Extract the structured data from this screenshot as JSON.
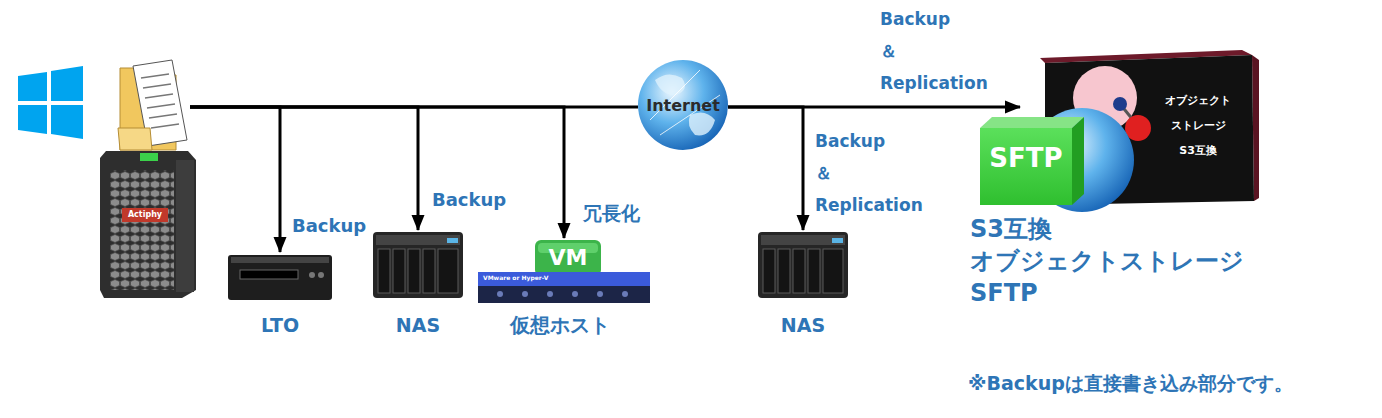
{
  "diagram": {
    "nodes": [
      {
        "text": [
          "Actiphy"
        ]
      },
      {
        "text": [
          "LTO"
        ]
      },
      {
        "text": [
          "NAS"
        ]
      },
      {
        "text": [
          "VM",
          "VMware or Hyper-V",
          "仮想ホスト"
        ]
      },
      {
        "text": [
          "Internet"
        ]
      },
      {
        "text": [
          "NAS"
        ]
      },
      {
        "text": [
          "S3互換 オブジェクトストレージ SFTP"
        ]
      },
      {
        "text": [
          "オブジェクト ストレージ S3互換"
        ],
        "in": 6
      },
      {
        "text": [
          "SFTP"
        ],
        "in": 6
      }
    ],
    "edges": [
      {
        "from": 0,
        "to": 1,
        "label": "Backup",
        "arrow": "to"
      },
      {
        "from": 0,
        "to": 2,
        "label": "Backup",
        "arrow": "to"
      },
      {
        "from": 0,
        "to": 3,
        "label": "冗長化",
        "arrow": "to"
      },
      {
        "from": 0,
        "to": 4,
        "arrow": "none"
      },
      {
        "from": 4,
        "to": 5,
        "label": "Backup ＆ Replication",
        "arrow": "to"
      },
      {
        "from": 4,
        "to": 6,
        "label": "Backup ＆ Replication",
        "arrow": "to"
      }
    ],
    "labels": [
      "※Backupは直接書き込み部分です。"
    ]
  }
}
